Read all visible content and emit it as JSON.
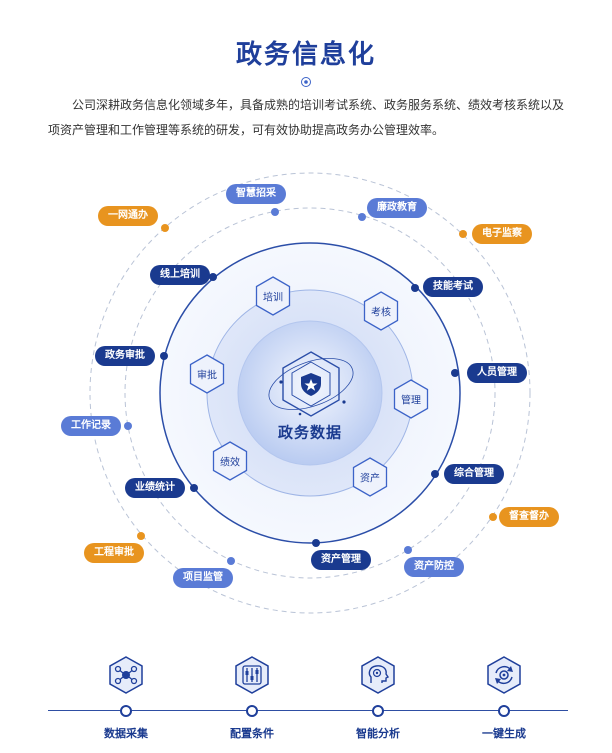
{
  "title": "政务信息化",
  "intro": "公司深耕政务信息化领域多年，具备成熟的培训考试系统、政务服务系统、绩效考核系统以及项资产管理和工作管理等系统的研发，可有效协助提高政务办公管理效率。",
  "center": "政务数据",
  "inner_hexes": [
    {
      "label": "培训"
    },
    {
      "label": "考核"
    },
    {
      "label": "管理"
    },
    {
      "label": "资产"
    },
    {
      "label": "绩效"
    },
    {
      "label": "审批"
    }
  ],
  "inner_chips": [
    {
      "label": "线上培训"
    },
    {
      "label": "技能考试"
    },
    {
      "label": "人员管理"
    },
    {
      "label": "综合管理"
    },
    {
      "label": "资产管理"
    },
    {
      "label": "业绩统计"
    },
    {
      "label": "政务审批"
    }
  ],
  "middle_chips": [
    {
      "label": "智慧招采"
    },
    {
      "label": "廉政教育"
    },
    {
      "label": "资产防控"
    },
    {
      "label": "项目监管"
    },
    {
      "label": "工作记录"
    }
  ],
  "outer_chips": [
    {
      "label": "一网通办"
    },
    {
      "label": "电子监察"
    },
    {
      "label": "督查督办"
    },
    {
      "label": "工程审批"
    }
  ],
  "steps": [
    {
      "label": "数据采集",
      "icon": "network-icon"
    },
    {
      "label": "配置条件",
      "icon": "sliders-icon"
    },
    {
      "label": "智能分析",
      "icon": "brain-head-icon"
    },
    {
      "label": "一键生成",
      "icon": "refresh-gear-icon"
    }
  ],
  "colors": {
    "dark": "#1a3a8f",
    "mid": "#5a7bd6",
    "orange": "#e8941f"
  }
}
